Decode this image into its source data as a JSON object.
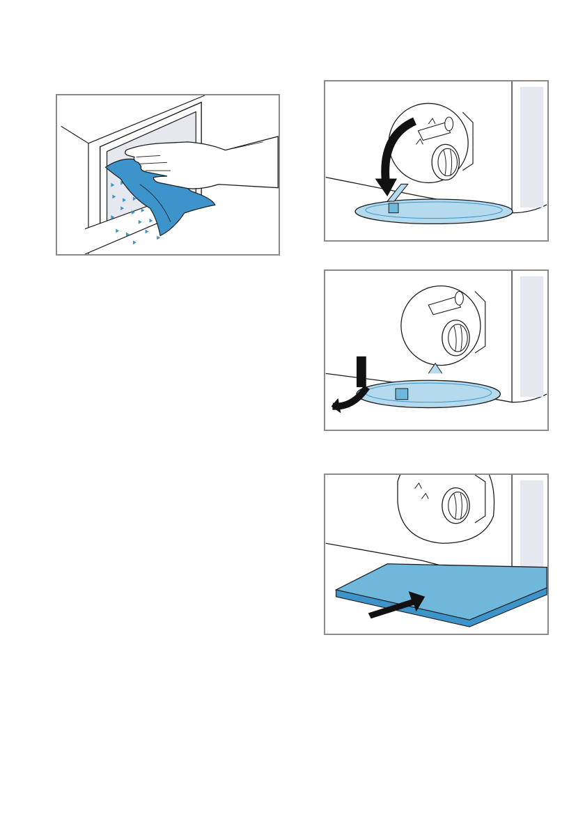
{
  "document": {
    "illustrations": [
      {
        "id": "wipe-drawer-cavity",
        "icon": "hand-wiping-cloth-icon"
      },
      {
        "id": "open-service-flap",
        "icon": "flap-open-arrow-icon"
      },
      {
        "id": "remove-service-flap",
        "icon": "flap-remove-arrow-icon"
      },
      {
        "id": "place-flat-container",
        "icon": "container-push-arrow-icon"
      }
    ],
    "colors": {
      "frame": "#8a8a8a",
      "line": "#1a1a1a",
      "water_blue": "#6fb8dc",
      "light_blue": "#b5daed",
      "cloth_blue": "#3d94cb",
      "surface_grey": "#e6e8ef"
    }
  }
}
